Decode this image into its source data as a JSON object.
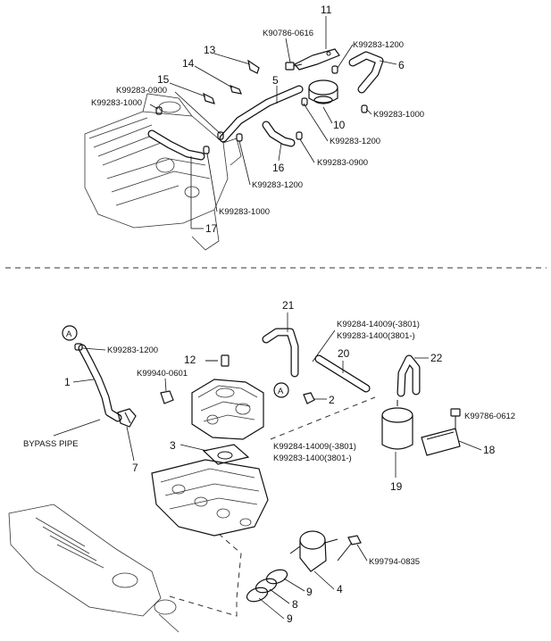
{
  "top_section": {
    "callouts": {
      "n11": "11",
      "n13": "13",
      "n14": "14",
      "n15": "15",
      "n5": "5",
      "n6": "6",
      "n10": "10",
      "n16": "16",
      "n17": "17"
    },
    "part_codes": {
      "k90786_0616": "K90786-0616",
      "k99283_1200_a": "K99283-1200",
      "k99283_0900_a": "K99283-0900",
      "k99283_1000_a": "K99283-1000",
      "k99283_1000_b": "K99283-1000",
      "k99283_1200_b": "K99283-1200",
      "k99283_0900_b": "K99283-0900",
      "k99283_1200_c": "K99283-1200",
      "k99283_1000_c": "K99283-1000"
    }
  },
  "bottom_section": {
    "callouts": {
      "n21": "21",
      "n20": "20",
      "n22": "22",
      "n1": "1",
      "n12": "12",
      "n2": "2",
      "n3": "3",
      "n7": "7",
      "n18": "18",
      "n19": "19",
      "n4": "4",
      "n8": "8",
      "n9a": "9",
      "n9b": "9"
    },
    "reference_marks": {
      "a1": "A",
      "a2": "A"
    },
    "part_codes": {
      "k99283_1200_d": "K99283-1200",
      "k99940_0601": "K99940-0601",
      "k99284_14009_a": "K99284-14009(-3801)",
      "k99283_1400_a": "K99283-1400(3801-)",
      "k99284_14009_b": "K99284-14009(-3801)",
      "k99283_1400_b": "K99283-1400(3801-)",
      "k99786_0612": "K99786-0612",
      "k99794_0835": "K99794-0835"
    },
    "labels": {
      "bypass_pipe": "BYPASS PIPE"
    }
  }
}
